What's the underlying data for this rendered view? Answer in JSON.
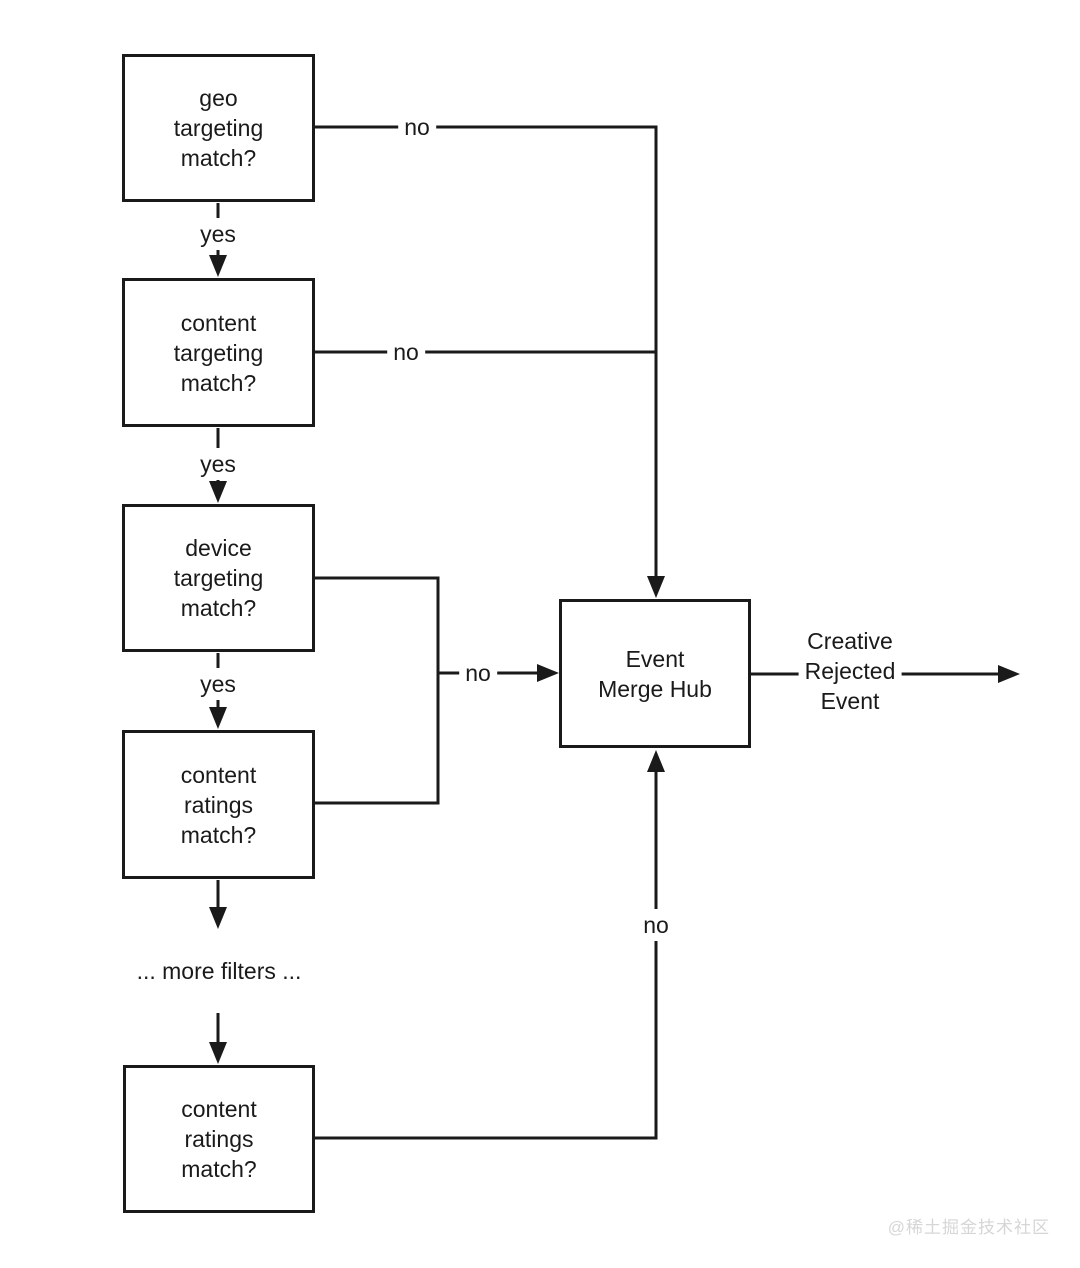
{
  "diagram": {
    "filters": [
      {
        "id": "geo-targeting",
        "label": "geo\ntargeting\nmatch?"
      },
      {
        "id": "content-targeting",
        "label": "content\ntargeting\nmatch?"
      },
      {
        "id": "device-targeting",
        "label": "device\ntargeting\nmatch?"
      },
      {
        "id": "content-ratings",
        "label": "content\nratings\nmatch?"
      },
      {
        "id": "content-ratings-last",
        "label": "content\nratings\nmatch?"
      }
    ],
    "hub": {
      "label": "Event\nMerge Hub"
    },
    "edge_labels": {
      "yes_1": "yes",
      "yes_2": "yes",
      "yes_3": "yes",
      "geo_no": "no",
      "content_no": "no",
      "device_ratings_no": "no",
      "last_no": "no"
    },
    "ellipsis": "... more filters ...",
    "output": {
      "label": "Creative\nRejected\nEvent"
    },
    "colors": {
      "stroke": "#1a1a1a",
      "background": "#ffffff",
      "watermark_text": "#d6d6d6"
    }
  },
  "watermark": "@稀土掘金技术社区"
}
